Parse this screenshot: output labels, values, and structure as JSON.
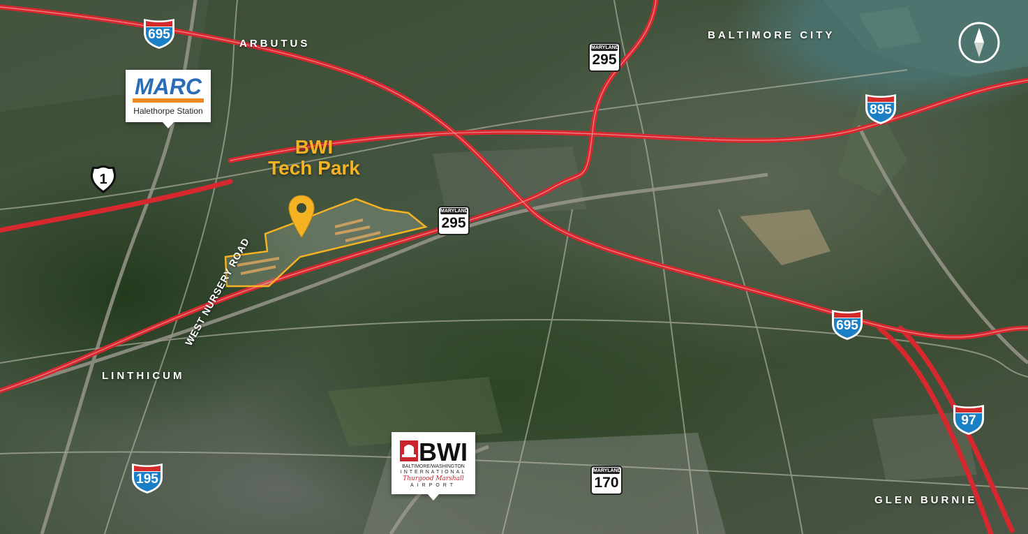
{
  "site": {
    "title_line1": "BWI",
    "title_line2": "Tech Park",
    "accent_color": "#f5b323"
  },
  "area_labels": {
    "arbutus": "ARBUTUS",
    "baltimore_city": "BALTIMORE CITY",
    "linthicum": "LINTHICUM",
    "glen_burnie": "GLEN BURNIE"
  },
  "road_label": "WEST NURSERY ROAD",
  "interstate_shields": {
    "i695_top": "695",
    "i895": "895",
    "i695_right": "695",
    "i195": "195",
    "i97": "97"
  },
  "maryland_shields": {
    "state_text": "MARYLAND",
    "md295_top": "295",
    "md295_center": "295",
    "md170": "170"
  },
  "us_route_shield": "1",
  "callouts": {
    "marc": {
      "logo_text": "MARC",
      "station": "Halethorpe Station"
    },
    "bwi": {
      "logo_text": "BWI",
      "line1": "BALTIMORE/WASHINGTON",
      "line2": "INTERNATIONAL",
      "line3": "Thurgood Marshall",
      "line4": "AIRPORT"
    }
  },
  "colors": {
    "highway": "#d8282f",
    "interstate_blue": "#1a7fc4",
    "interstate_red": "#d42a2a",
    "marc_blue": "#2a6cb6",
    "marc_orange": "#f08a1c"
  },
  "icons": {
    "compass": "compass-north-icon",
    "pin": "location-pin-icon"
  }
}
